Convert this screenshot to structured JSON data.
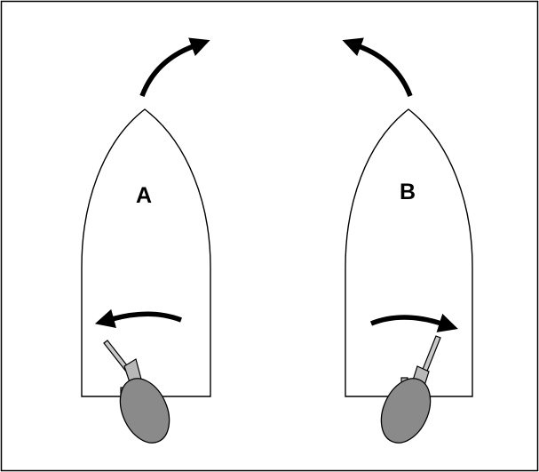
{
  "diagram": {
    "boats": [
      {
        "label": "A",
        "bow_turn": "clockwise",
        "stern_turn": "counterclockwise"
      },
      {
        "label": "B",
        "bow_turn": "counterclockwise",
        "stern_turn": "clockwise"
      }
    ]
  },
  "colors": {
    "frame": "#000000",
    "hull_fill": "#ffffff",
    "hull_stroke": "#000000",
    "motor_fill": "#8a8a8a",
    "motor_shaft_fill": "#c8c8c8",
    "arrow": "#000000"
  }
}
